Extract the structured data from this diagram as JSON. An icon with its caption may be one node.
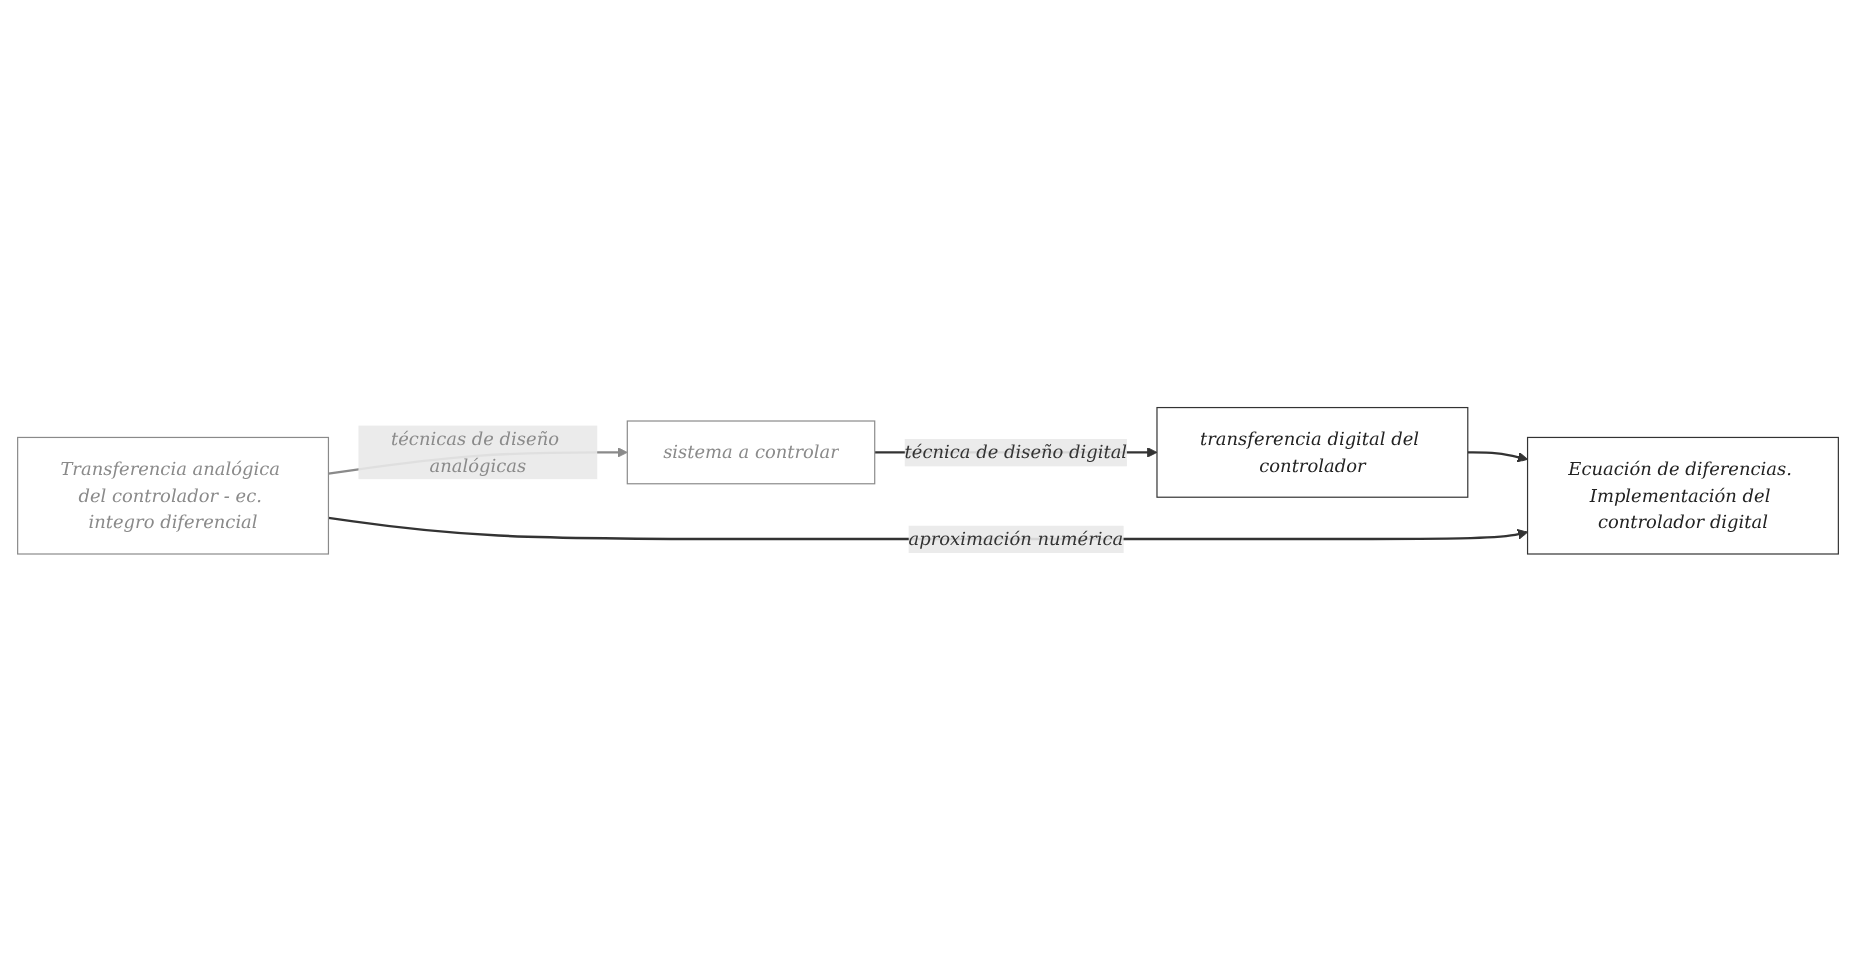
{
  "diagram": {
    "nodes": [
      {
        "text": [
          "sistema a controlar"
        ]
      },
      {
        "text": [
          "transferencia digital del controlador"
        ]
      },
      {
        "text": [
          "Transferencia analógica del controlador - ec. integro diferencial"
        ]
      },
      {
        "text": [
          "Ecuación de diferencias. Implementación del controlador digital"
        ]
      }
    ],
    "edges": [
      {
        "from": 0,
        "to": 1,
        "arrow": "to",
        "label": "técnica de diseño digital"
      },
      {
        "from": 1,
        "to": 3,
        "arrow": "to"
      },
      {
        "from": 2,
        "to": 0,
        "arrow": "to",
        "label": "técnicas de diseño analógicas",
        "color": "#8a8a8a"
      },
      {
        "from": 2,
        "to": 3,
        "arrow": "to",
        "label": "aproximación numérica"
      }
    ]
  }
}
